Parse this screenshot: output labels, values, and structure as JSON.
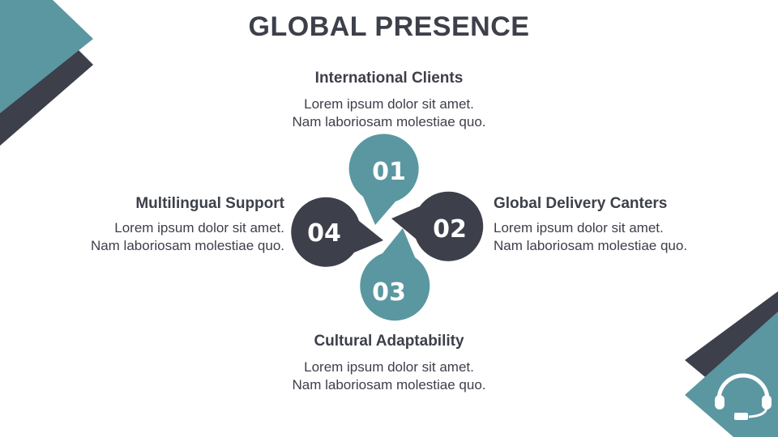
{
  "title": "GLOBAL PRESENCE",
  "colors": {
    "teal": "#5a97a1",
    "dark": "#3d3f4a",
    "text": "#3d3f4a"
  },
  "items": [
    {
      "number": "01",
      "heading": "International Clients",
      "line1": "Lorem ipsum dolor sit amet.",
      "line2": "Nam laboriosam molestiae quo."
    },
    {
      "number": "02",
      "heading": "Global Delivery Canters",
      "line1": "Lorem ipsum dolor sit amet.",
      "line2": "Nam laboriosam molestiae quo."
    },
    {
      "number": "03",
      "heading": "Cultural Adaptability",
      "line1": "Lorem ipsum dolor sit amet.",
      "line2": "Nam laboriosam molestiae quo."
    },
    {
      "number": "04",
      "heading": "Multilingual Support",
      "line1": "Lorem ipsum dolor sit amet.",
      "line2": "Nam laboriosam molestiae quo."
    }
  ],
  "icons": {
    "corner_icon": "headset-icon"
  }
}
